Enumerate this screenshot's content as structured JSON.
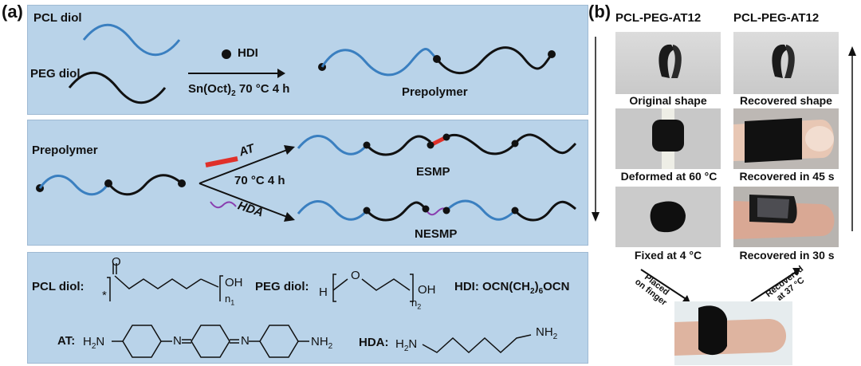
{
  "panel_a": {
    "label": "(a)",
    "row1": {
      "pcl_label": "PCL diol",
      "peg_label": "PEG diol",
      "reagent": "HDI",
      "conditions_prefix": "Sn(Oct)",
      "conditions_sub": "2",
      "conditions_suffix": " 70 °C 4 h",
      "product": "Prepolymer"
    },
    "row2": {
      "start": "Prepolymer",
      "reagent_top": "AT",
      "reagent_bottom": "HDA",
      "conditions": "70 °C 4 h",
      "product_top": "ESMP",
      "product_bottom": "NESMP"
    },
    "row3": {
      "pcl_label": "PCL diol:",
      "peg_label": "PEG diol:",
      "hdi_label": "HDI: OCN(CH",
      "hdi_sub": "2",
      "hdi_end": ")",
      "hdi_sub2": "6",
      "hdi_tail": "OCN",
      "oh": "OH",
      "n1": "n",
      "n1_sub": "1",
      "n2": "n",
      "n2_sub": "2",
      "o": "O",
      "h": "H",
      "star": "*",
      "at_label": "AT:",
      "at_left": "H",
      "at_left_sub": "2",
      "at_left_n": "N",
      "at_n": "N",
      "at_right": "NH",
      "at_right_sub": "2",
      "hda_label": "HDA:",
      "hda_left": "H",
      "hda_left_sub": "2",
      "hda_left_n": "N",
      "hda_right": "NH",
      "hda_right_sub": "2"
    }
  },
  "panel_b": {
    "label": "(b)",
    "col_left_title": "PCL-PEG-AT12",
    "col_right_title": "PCL-PEG-AT12",
    "captions": {
      "original": "Original shape",
      "recovered_shape": "Recovered shape",
      "deformed": "Deformed at 60 °C",
      "recovered_45": "Recovered in 45 s",
      "fixed": "Fixed at 4 °C",
      "recovered_30": "Recovered in 30 s",
      "placed_1": "Placed",
      "placed_2": "on finger",
      "recovered_1": "Recovered",
      "recovered_2": "at 37 °C"
    }
  },
  "colors": {
    "panel_bg": "#b9d3e9",
    "pcl_chain": "#3a7fc0",
    "peg_chain": "#111111",
    "at_segment": "#e0302a",
    "hda_segment": "#8a3fb0"
  }
}
